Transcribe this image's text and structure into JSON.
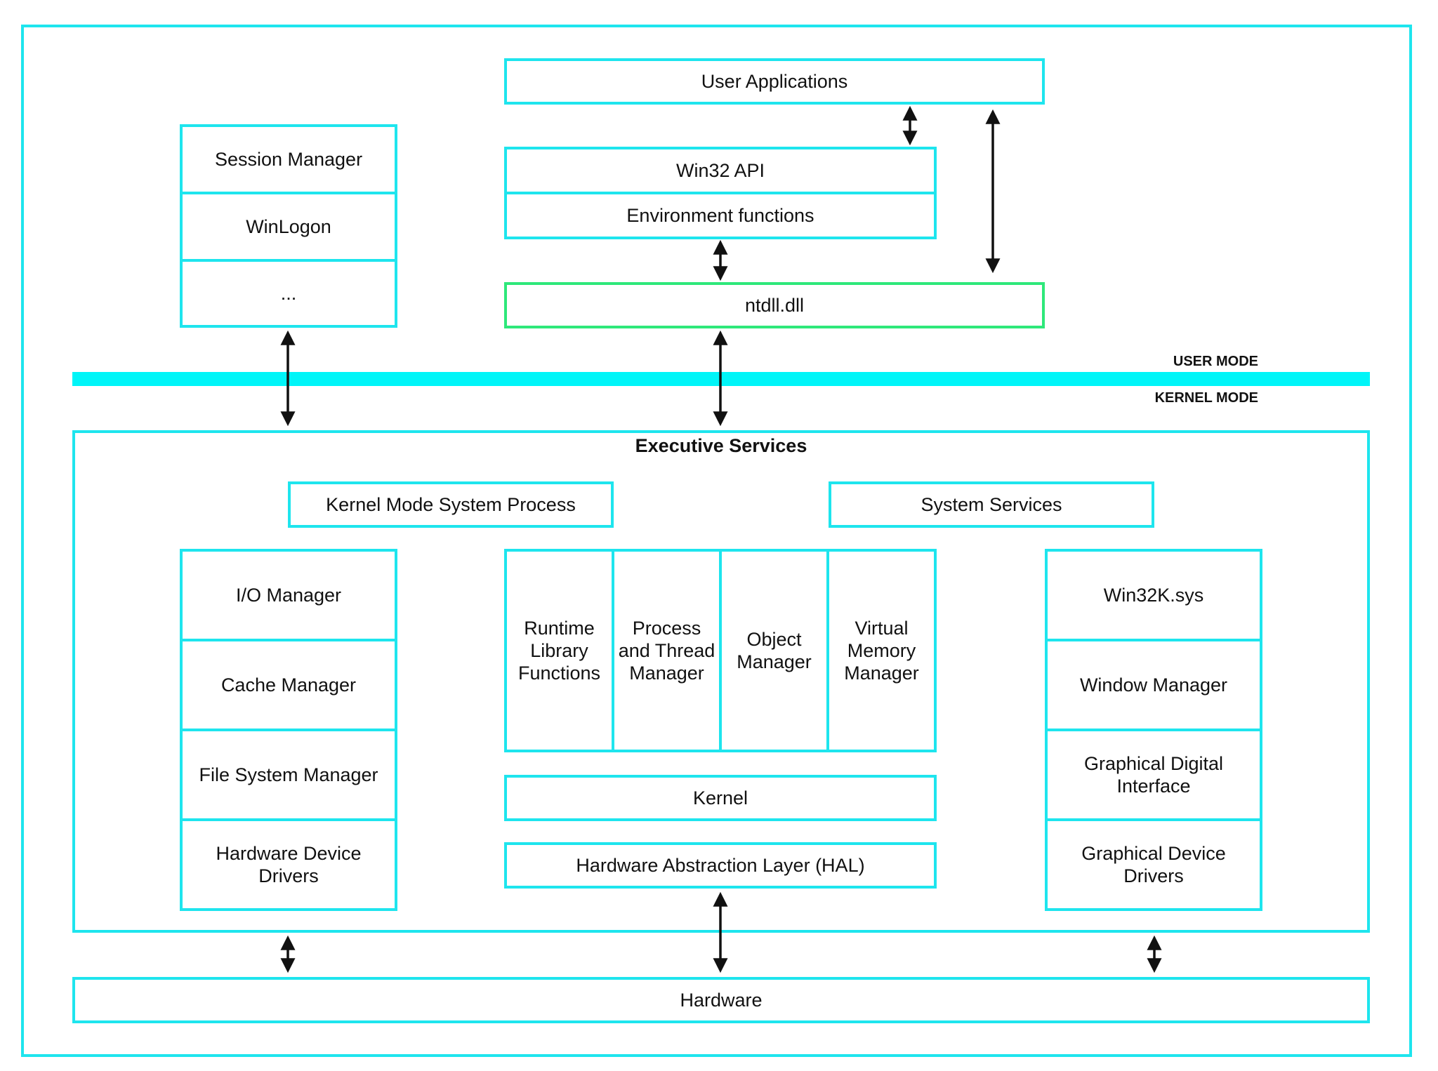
{
  "user_applications": "User Applications",
  "win32": {
    "api": "Win32 API",
    "env": "Environment functions"
  },
  "ntdll": "ntdll.dll",
  "session": {
    "items": [
      "Session Manager",
      "WinLogon",
      "..."
    ]
  },
  "modes": {
    "user": "USER MODE",
    "kernel": "KERNEL MODE"
  },
  "executive": {
    "title": "Executive Services",
    "kernel_mode_system_process": "Kernel Mode System Process",
    "system_services": "System Services",
    "left_stack": [
      "I/O Manager",
      "Cache Manager",
      "File System Manager",
      "Hardware Device Drivers"
    ],
    "middle_columns": [
      "Runtime Library Functions",
      "Process and Thread Manager",
      "Object Manager",
      "Virtual Memory Manager"
    ],
    "kernel": "Kernel",
    "hal": "Hardware Abstraction Layer (HAL)",
    "right_stack": [
      "Win32K.sys",
      "Window Manager",
      "Graphical Digital Interface",
      "Graphical Device Drivers"
    ]
  },
  "hardware": "Hardware",
  "colors": {
    "border": "#1ee5ee",
    "ntdll_border": "#2ee87a",
    "mode_bar": "#00f5f8",
    "arrow": "#111111"
  }
}
